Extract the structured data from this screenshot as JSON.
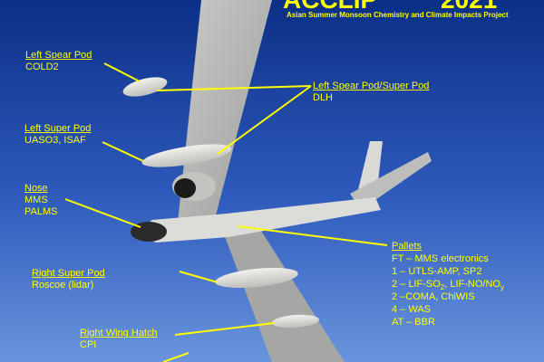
{
  "colors": {
    "sky_top": "#0b2f86",
    "sky_bottom": "#6a95dd",
    "aircraft": "#b5b6b4",
    "label": "#ffff00"
  },
  "header": {
    "title_left": "ACCLIP",
    "title_right": "2021",
    "subtitle": "Asian Summer Monsoon Chemistry and Climate Impacts Project"
  },
  "callouts": {
    "left_spear_pod": {
      "title": "Left Spear Pod",
      "instruments": "COLD2"
    },
    "left_spear_super_pod": {
      "title": "Left Spear Pod/Super Pod",
      "instruments": "DLH"
    },
    "left_super_pod": {
      "title": "Left Super Pod",
      "instruments": "UASO3, ISAF"
    },
    "nose": {
      "title": "Nose",
      "lines": [
        "MMS",
        "PALMS"
      ]
    },
    "right_super_pod": {
      "title": "Right Super Pod",
      "instruments": "Roscoe (lidar)"
    },
    "right_wing_hatch": {
      "title": "Right Wing Hatch",
      "instruments": "CPI"
    },
    "pallets": {
      "title": "Pallets",
      "line1": "FT – MMS electronics",
      "line2": "1 – UTLS-AMP, SP2",
      "line3_prefix": "2 – LIF-SO",
      "line3_sub1": "2",
      "line3_mid": ", LIF-NO/NO",
      "line3_sub2": "y",
      "line4": "2 –COMA, ChiWIS",
      "line5": "4 – WAS",
      "line6": "AT – BBR"
    }
  }
}
